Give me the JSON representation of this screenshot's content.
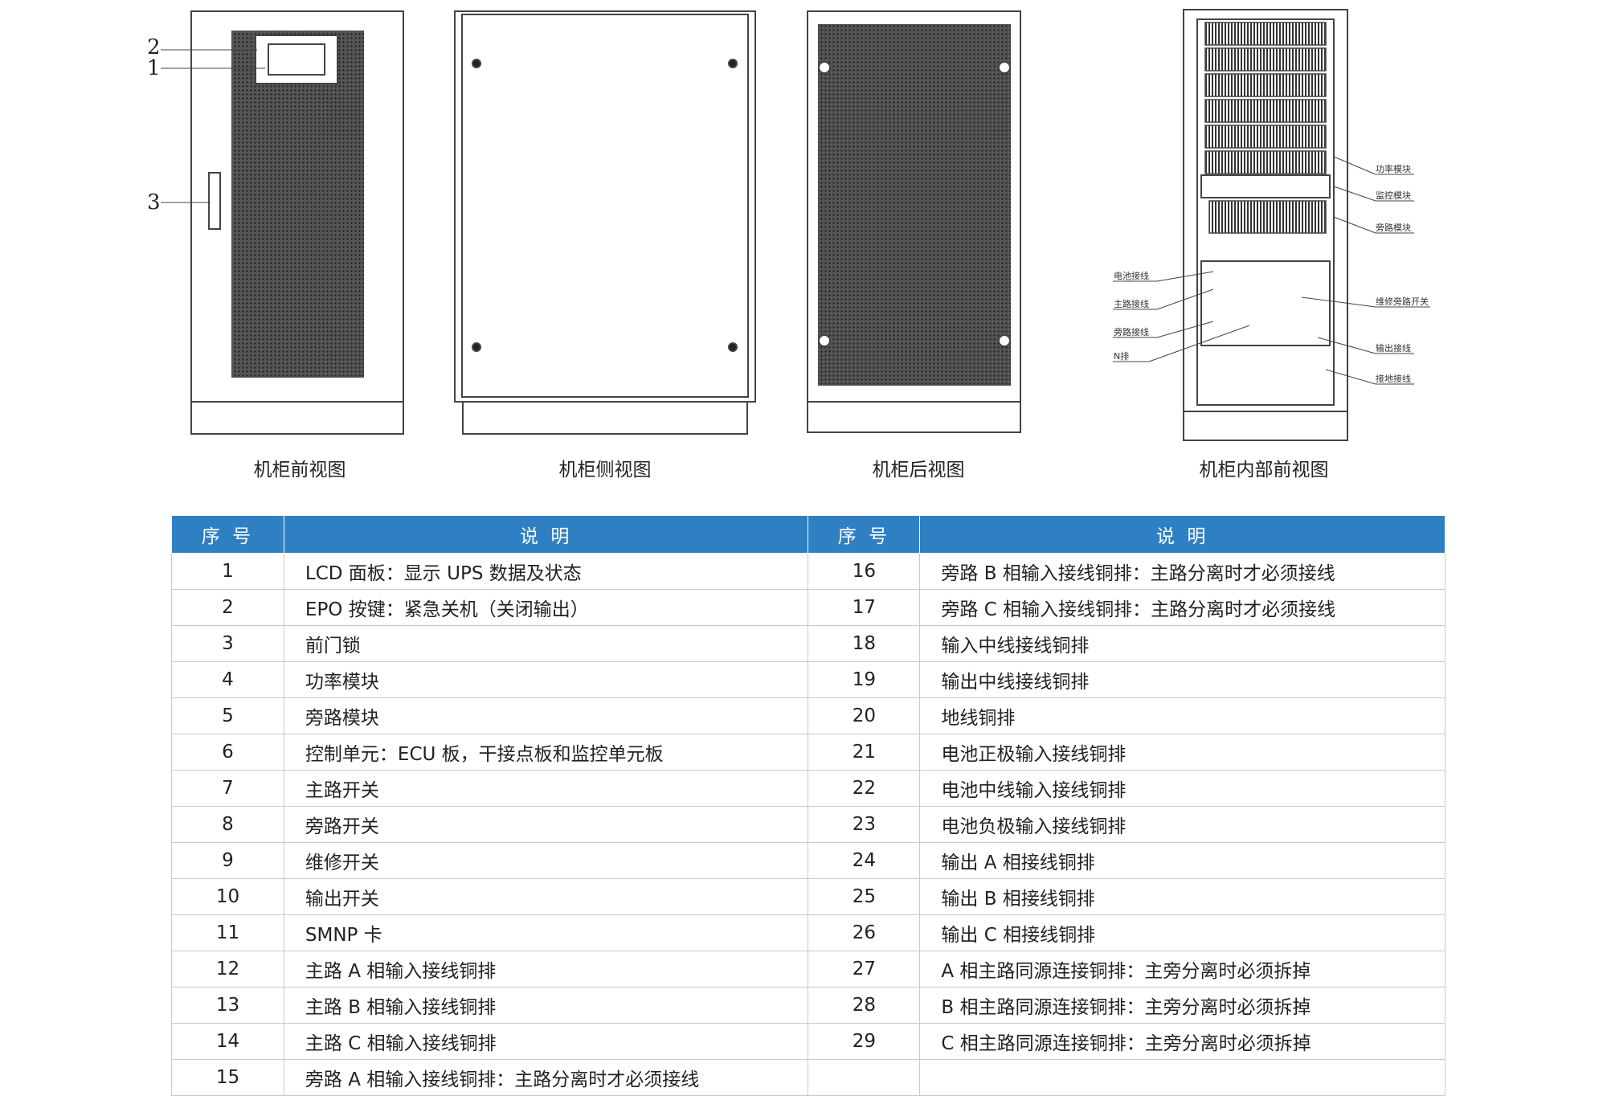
{
  "figures": {
    "captions": [
      "机柜前视图",
      "机柜侧视图",
      "机柜后视图",
      "机柜内部前视图"
    ],
    "front_callouts": [
      "2",
      "1",
      "3"
    ],
    "interior_labels": {
      "right": [
        "功率模块",
        "监控模块",
        "旁路模块",
        "维修旁路开关",
        "输出接线",
        "接地接线"
      ],
      "left": [
        "电池接线",
        "主路接线",
        "旁路接线",
        "N排"
      ]
    }
  },
  "table": {
    "headers": [
      "序 号",
      "说 明",
      "序 号",
      "说 明"
    ],
    "rows": [
      [
        "1",
        "LCD 面板：显示 UPS 数据及状态",
        "16",
        "旁路 B 相输入接线铜排：主路分离时才必须接线"
      ],
      [
        "2",
        "EPO 按键：紧急关机（关闭输出）",
        "17",
        "旁路 C 相输入接线铜排：主路分离时才必须接线"
      ],
      [
        "3",
        "前门锁",
        "18",
        "输入中线接线铜排"
      ],
      [
        "4",
        "功率模块",
        "19",
        "输出中线接线铜排"
      ],
      [
        "5",
        "旁路模块",
        "20",
        "地线铜排"
      ],
      [
        "6",
        "控制单元：ECU 板，干接点板和监控单元板",
        "21",
        "电池正极输入接线铜排"
      ],
      [
        "7",
        "主路开关",
        "22",
        "电池中线输入接线铜排"
      ],
      [
        "8",
        "旁路开关",
        "23",
        "电池负极输入接线铜排"
      ],
      [
        "9",
        "维修开关",
        "24",
        "输出 A 相接线铜排"
      ],
      [
        "10",
        "输出开关",
        "25",
        "输出 B 相接线铜排"
      ],
      [
        "11",
        "SMNP 卡",
        "26",
        "输出 C 相接线铜排"
      ],
      [
        "12",
        "主路 A 相输入接线铜排",
        "27",
        "A 相主路同源连接铜排：主旁分离时必须拆掉"
      ],
      [
        "13",
        "主路 B 相输入接线铜排",
        "28",
        "B 相主路同源连接铜排：主旁分离时必须拆掉"
      ],
      [
        "14",
        "主路 C 相输入接线铜排",
        "29",
        "C 相主路同源连接铜排：主旁分离时必须拆掉"
      ],
      [
        "15",
        "旁路 A 相输入接线铜排：主路分离时才必须接线",
        "",
        ""
      ]
    ]
  }
}
